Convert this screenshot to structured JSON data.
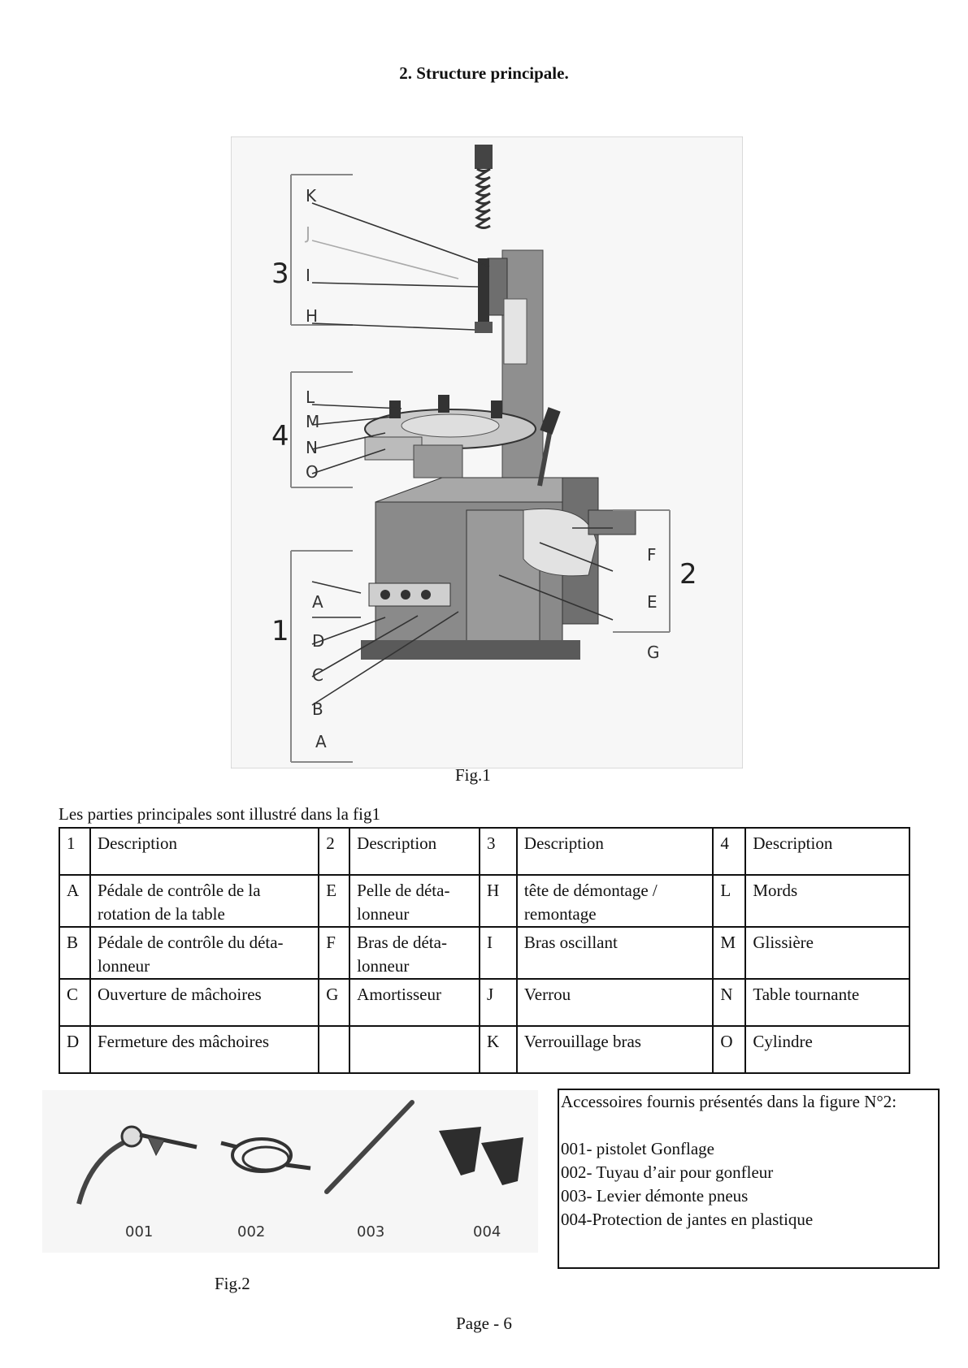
{
  "title": "2. Structure principale.",
  "fig1": {
    "caption": "Fig.1",
    "group_numbers": [
      "3",
      "4",
      "1",
      "2"
    ],
    "callouts": [
      "K",
      "J",
      "I",
      "H",
      "L",
      "M",
      "N",
      "O",
      "A",
      "D",
      "C",
      "B",
      "A",
      "F",
      "E",
      "G"
    ]
  },
  "intro": "Les parties principales sont illustré dans la fig1",
  "table": {
    "header": [
      {
        "num": "1",
        "label": "Description"
      },
      {
        "num": "2",
        "label": "Description"
      },
      {
        "num": "3",
        "label": "Description"
      },
      {
        "num": "4",
        "label": "Description"
      }
    ],
    "rows": [
      [
        {
          "code": "A",
          "text": "Pédale de contrôle de la rotation de la table"
        },
        {
          "code": "E",
          "text": "Pelle de déta-lonneur"
        },
        {
          "code": "H",
          "text": "tête de démontage / remontage"
        },
        {
          "code": "L",
          "text": "Mords"
        }
      ],
      [
        {
          "code": "B",
          "text": "Pédale de contrôle du déta-lonneur"
        },
        {
          "code": "F",
          "text": "Bras de déta-lonneur"
        },
        {
          "code": "I",
          "text": "Bras oscillant"
        },
        {
          "code": "M",
          "text": "Glissière"
        }
      ],
      [
        {
          "code": "C",
          "text": "Ouverture de mâchoires"
        },
        {
          "code": "G",
          "text": "Amortisseur"
        },
        {
          "code": "J",
          "text": "Verrou"
        },
        {
          "code": "N",
          "text": "Table tournante"
        }
      ],
      [
        {
          "code": "D",
          "text": "Fermeture des mâchoires"
        },
        {
          "code": "",
          "text": ""
        },
        {
          "code": "K",
          "text": "Verrouillage bras"
        },
        {
          "code": "O",
          "text": "Cylindre"
        }
      ]
    ]
  },
  "fig2": {
    "caption": "Fig.2",
    "labels": [
      "001",
      "002",
      "003",
      "004"
    ]
  },
  "accessories": {
    "heading": "Accessoires fournis présentés dans la figure N°2:",
    "items": [
      "001- pistolet Gonflage",
      "002- Tuyau d’air pour gonfleur",
      "003- Levier démonte pneus",
      "004-Protection de jantes en plastique"
    ]
  },
  "page_number": "Page - 6"
}
